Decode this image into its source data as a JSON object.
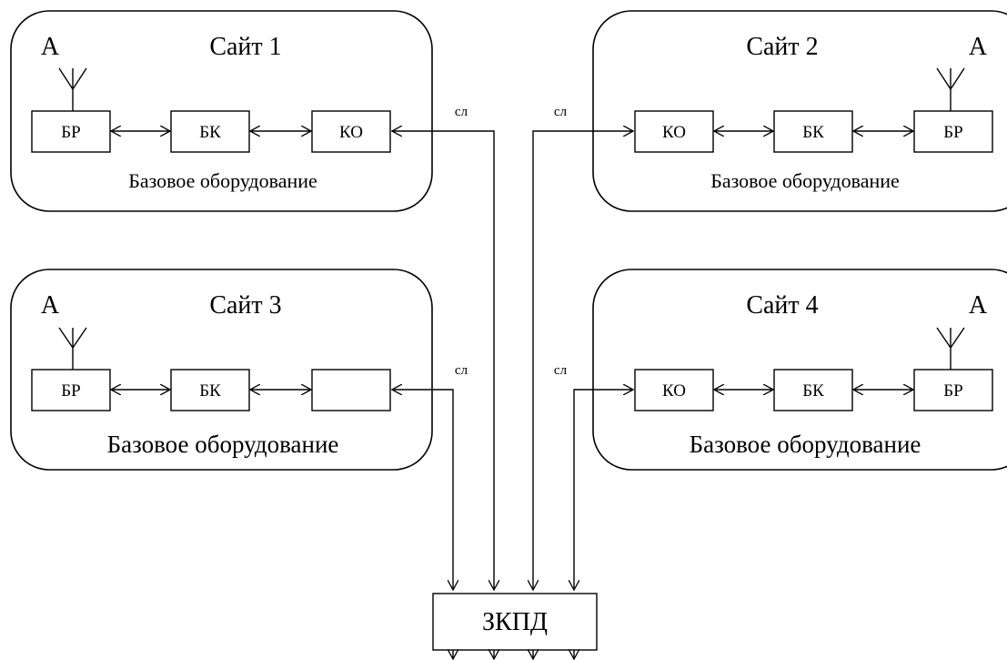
{
  "sites": [
    {
      "title": "Сайт 1",
      "antenna": "А",
      "blocks": [
        "БР",
        "БК",
        "КО"
      ],
      "caption": "Базовое оборудование",
      "link": "сл"
    },
    {
      "title": "Сайт 2",
      "antenna": "А",
      "blocks": [
        "КО",
        "БК",
        "БР"
      ],
      "caption": "Базовое оборудование",
      "link": "сл"
    },
    {
      "title": "Сайт 3",
      "antenna": "А",
      "blocks": [
        "БР",
        "БК",
        ""
      ],
      "caption": "Базовое оборудование",
      "link": "сл"
    },
    {
      "title": "Сайт 4",
      "antenna": "А",
      "blocks": [
        "КО",
        "БК",
        "БР"
      ],
      "caption": "Базовое оборудование",
      "link": "сл"
    }
  ],
  "hub": {
    "label": "ЗКПД"
  },
  "colors": {
    "stroke": "#000000",
    "background": "#ffffff"
  }
}
